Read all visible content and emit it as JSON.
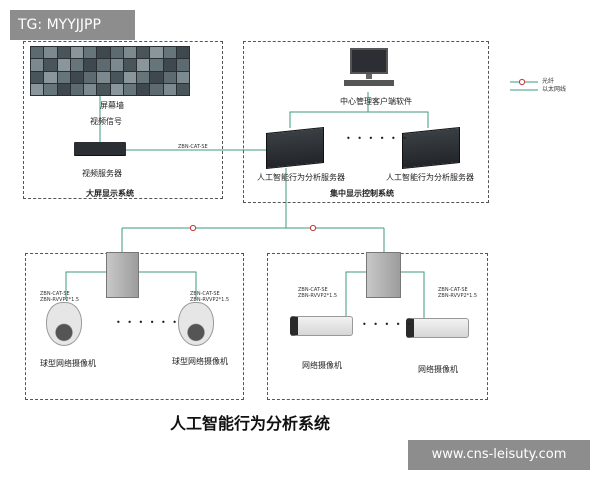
{
  "watermark_top": "TG: MYYJJPP",
  "watermark_bottom": "www.cns-leisuty.com",
  "main_title": "人工智能行为分析系统",
  "legend": {
    "fiber": "光纤",
    "ethernet": "以太网线"
  },
  "colors": {
    "ethernet": "#3d9a7e",
    "fiber_marker": "#cc3333",
    "box_border": "#555555"
  },
  "big_screen_system": {
    "title": "大屏显示系统",
    "video_wall": "屏幕墙",
    "video_signal": "视频信号",
    "video_server": "视频服务器"
  },
  "central_system": {
    "title": "集中显示控制系统",
    "client_software": "中心管理客户端软件",
    "server_left": "人工智能行为分析服务器",
    "server_right": "人工智能行为分析服务器",
    "ellipsis": "• • • • • •"
  },
  "link_label": "ZBN-CAT-SE",
  "dome_system": {
    "camera_left": "球型网络摄像机",
    "camera_right": "球型网络摄像机",
    "cable_left": [
      "ZBN-CAT-SE",
      "ZBN-RVVP2*1.5"
    ],
    "cable_right": [
      "ZBN-CAT-SE",
      "ZBN-RVVP2*1.5"
    ],
    "ellipsis": "• • • • • •"
  },
  "bullet_system": {
    "camera_left": "网络摄像机",
    "camera_right": "网络摄像机",
    "cable_left": [
      "ZBN-CAT-SE",
      "ZBN-RVVP2*1.5"
    ],
    "cable_right": [
      "ZBN-CAT-SE",
      "ZBN-RVVP2*1.5"
    ],
    "ellipsis": "• • • • •"
  }
}
